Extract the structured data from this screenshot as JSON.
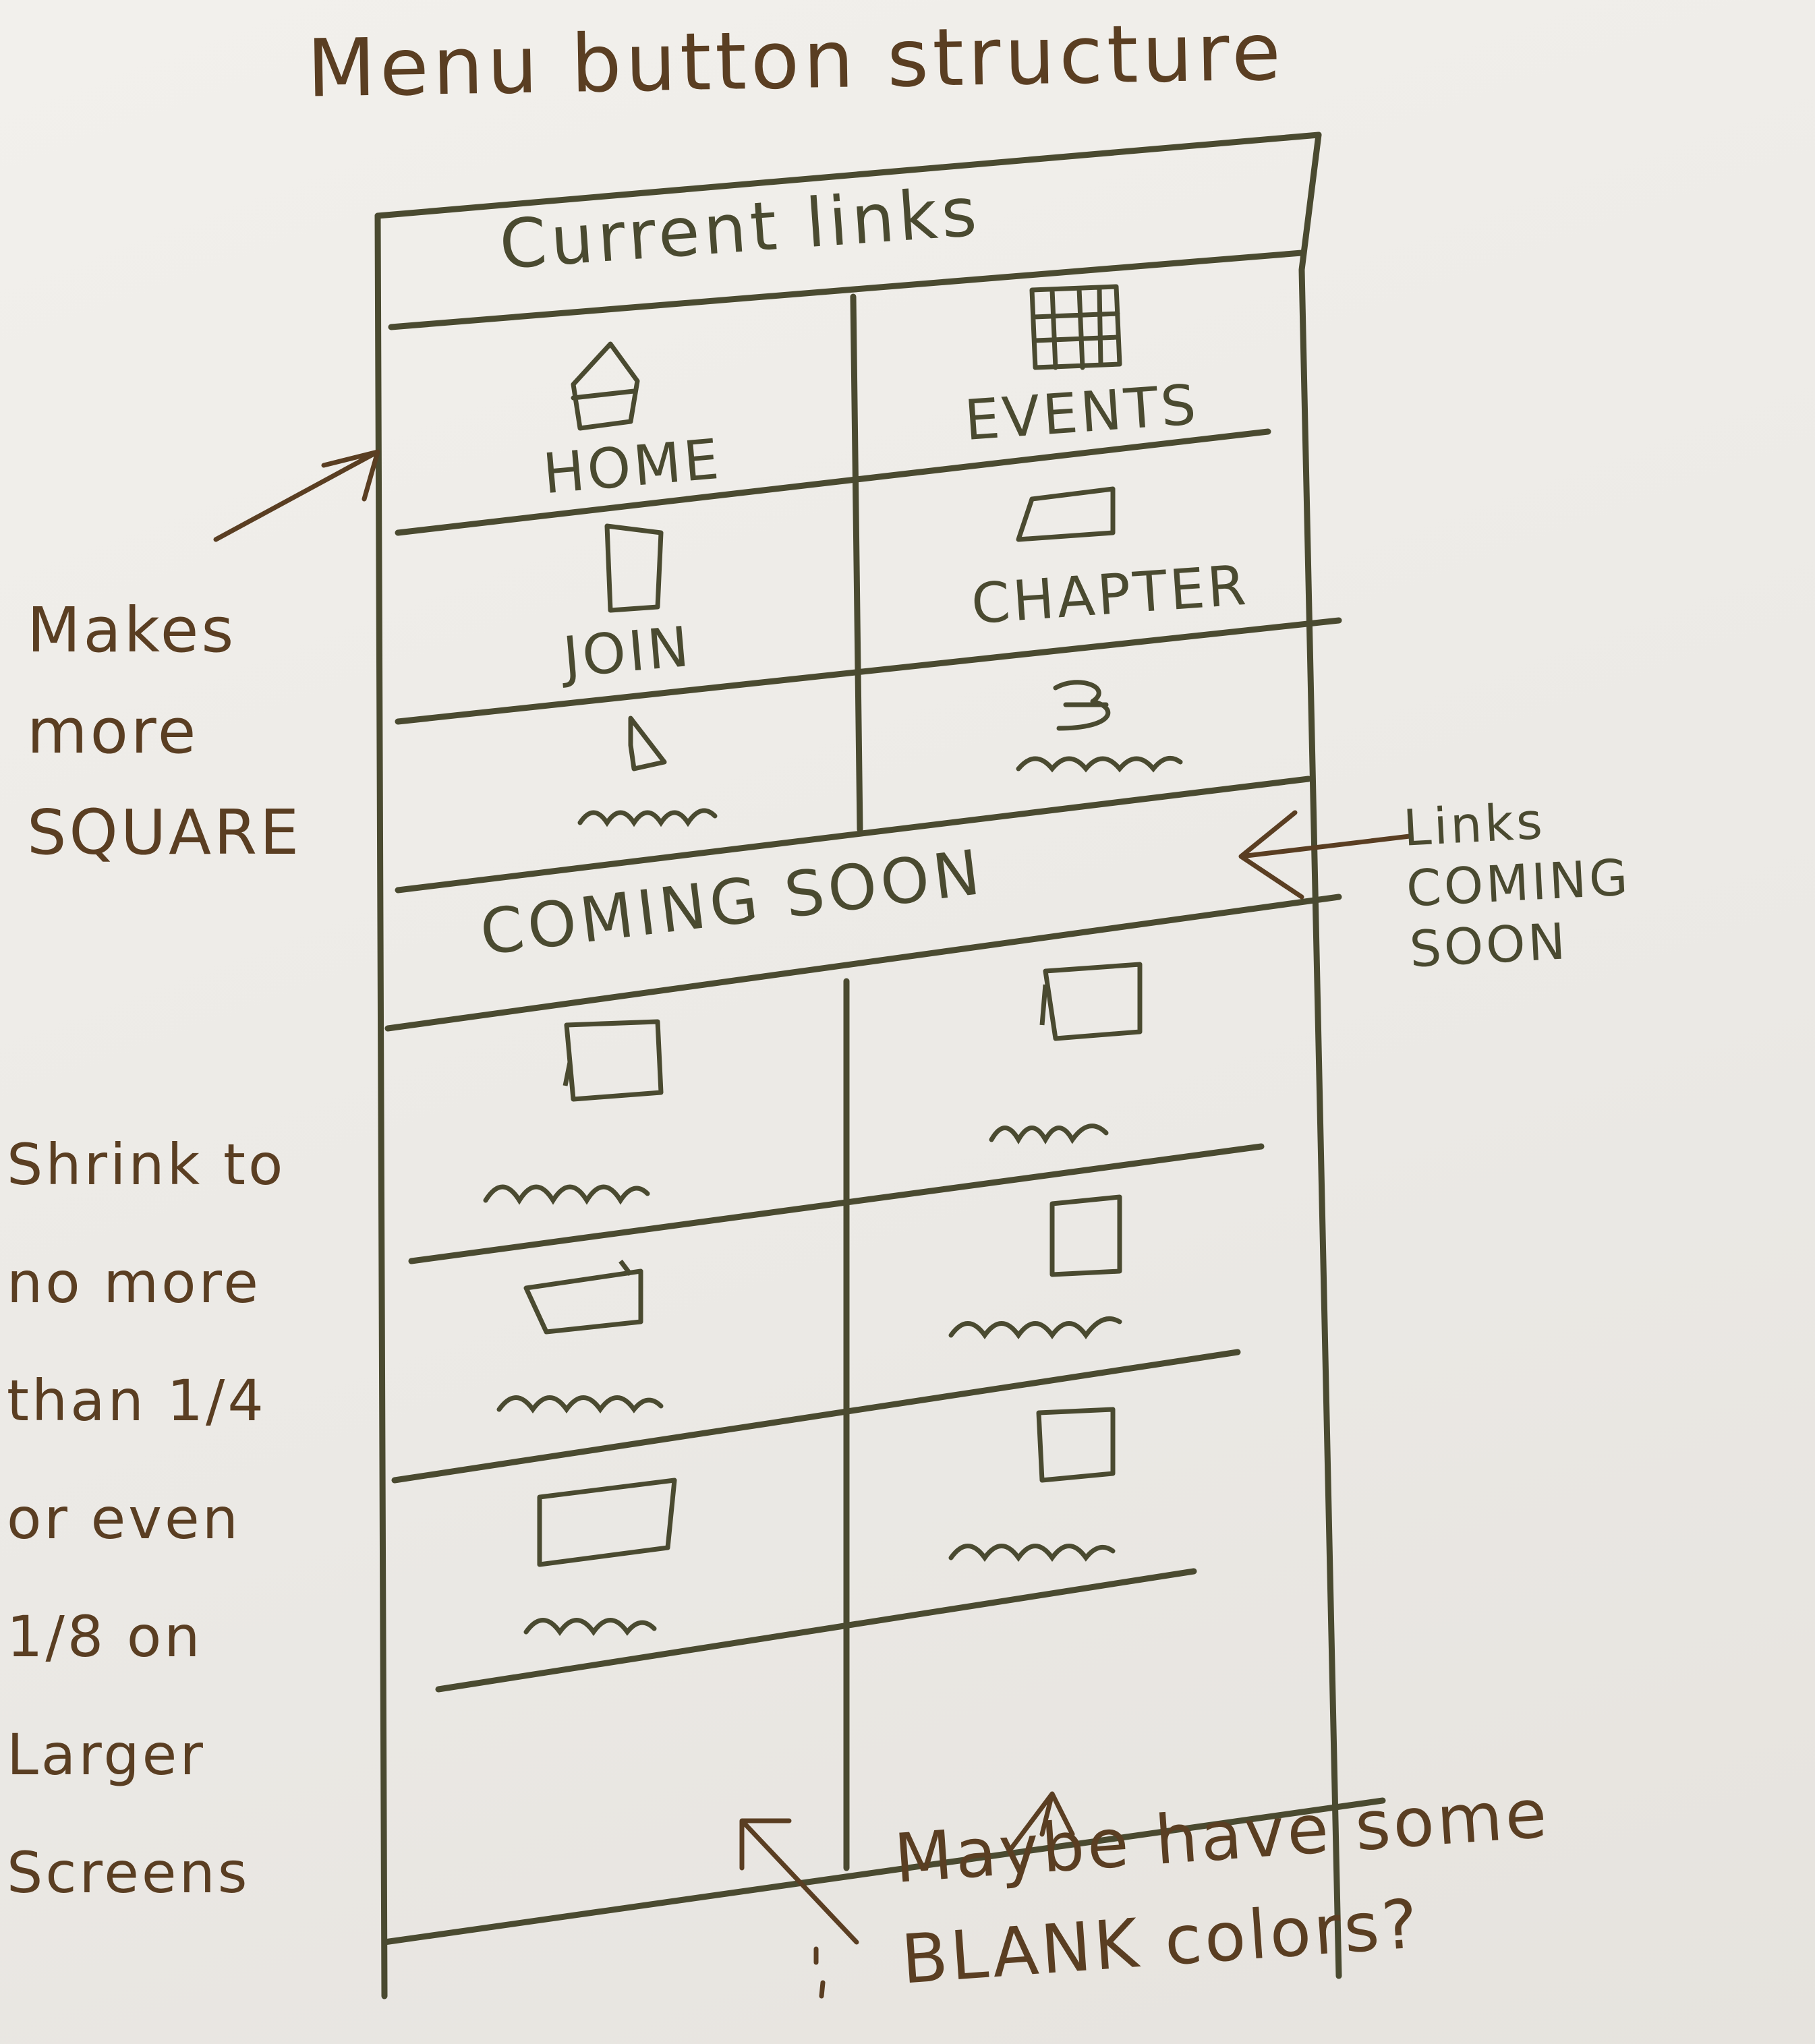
{
  "title": "Menu button structure",
  "sections": {
    "current": {
      "header": "Current links",
      "items": [
        {
          "label": "HOME",
          "icon": "house-icon"
        },
        {
          "label": "EVENTS",
          "icon": "calendar-icon"
        },
        {
          "label": "JOIN",
          "icon": "document-icon"
        },
        {
          "label": "CHAPTER",
          "icon": "box-icon"
        },
        {
          "label": "",
          "icon": "triangle-icon"
        },
        {
          "label": "",
          "icon": "scribble-icon"
        }
      ]
    },
    "coming_soon": {
      "header": "COMING SOON",
      "items": [
        {
          "label": "",
          "icon": "box-icon"
        },
        {
          "label": "",
          "icon": "box-icon"
        },
        {
          "label": "",
          "icon": "box-icon"
        },
        {
          "label": "",
          "icon": "box-icon"
        },
        {
          "label": "",
          "icon": "box-icon"
        },
        {
          "label": "",
          "icon": "box-icon"
        }
      ]
    }
  },
  "annotations": {
    "left_top": "Makes more SQUARE",
    "right_mid": "Links COMING SOON",
    "left_bottom": "Shrink to no more than 1/4 or even 1/8 on Larger Screens",
    "bottom": "Maybe have some BLANK colors?"
  },
  "colors": {
    "ink_green": "#4a4a30",
    "ink_brown": "#5a3e22",
    "paper": "#eeece8"
  }
}
